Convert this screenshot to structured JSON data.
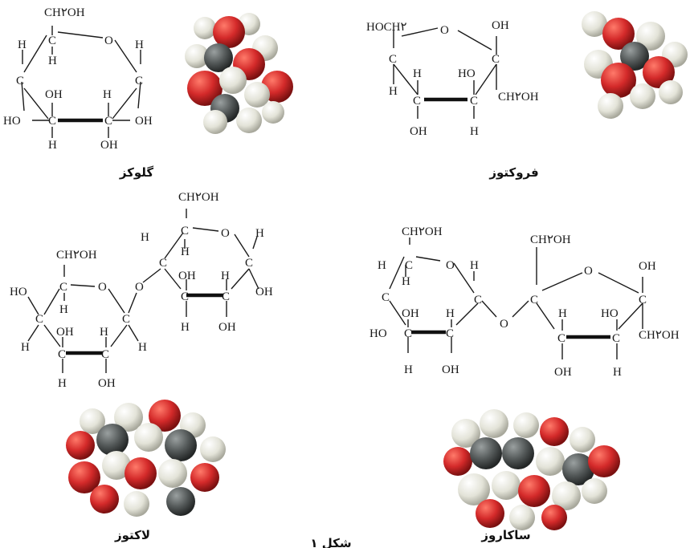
{
  "captions": {
    "glucose": "گلوکز",
    "fructose": "فروکتوز",
    "lactose": "لاکتوز",
    "sucrose": "ساکاروز",
    "figure": "شکل ۱"
  },
  "atoms": {
    "C": "C",
    "H": "H",
    "O": "O",
    "OH": "OH",
    "CH2OH": "CH۲OH",
    "HOCH2": "HOCH۲"
  },
  "colors": {
    "oxygen": "#d42a2a",
    "oxygen_shade": "#9c1a1a",
    "carbon": "#555a5a",
    "carbon_shade": "#303434",
    "hydrogen": "#e6e6dc",
    "hydrogen_shade": "#b8b8ac"
  }
}
